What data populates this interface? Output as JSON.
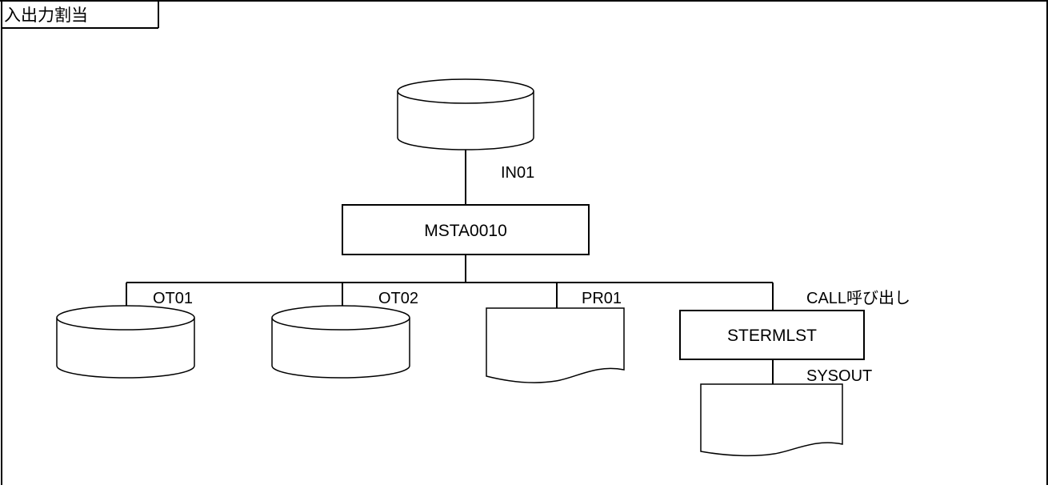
{
  "section_title": "入出力割当",
  "diagram": {
    "input_file": {
      "label": "IN01",
      "icon": "disk-cylinder-icon"
    },
    "main_program": {
      "label": "MSTA0010"
    },
    "outputs": [
      {
        "label": "OT01",
        "icon": "disk-cylinder-icon"
      },
      {
        "label": "OT02",
        "icon": "disk-cylinder-icon"
      },
      {
        "label": "PR01",
        "icon": "printed-document-icon"
      }
    ],
    "call": {
      "label": "CALL呼び出し",
      "program": "STERMLST"
    },
    "sysout": {
      "label": "SYSOUT",
      "icon": "printed-document-icon"
    }
  }
}
